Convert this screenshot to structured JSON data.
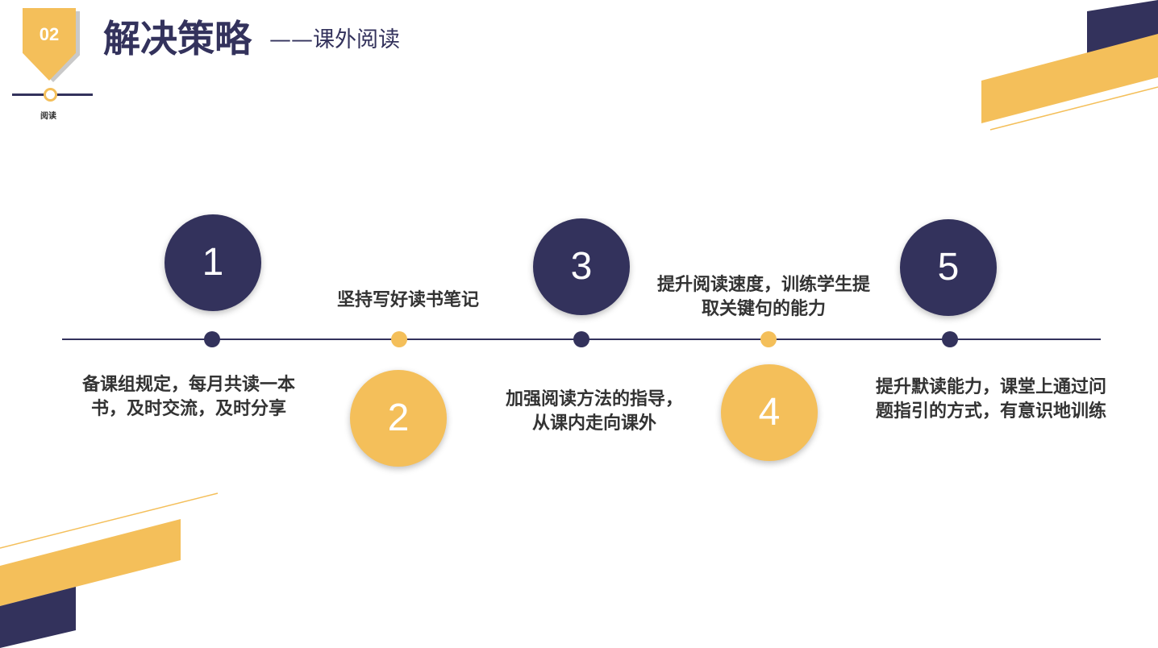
{
  "header": {
    "badge_number": "02",
    "badge_label": "阅读",
    "title": "解决策略",
    "subtitle": "——课外阅读"
  },
  "colors": {
    "navy": "#33325c",
    "gold": "#f4bf5a"
  },
  "steps": [
    {
      "number": "1",
      "text_lines": [
        "备课组规定，每月共读一本",
        "书，及时交流，及时分享"
      ]
    },
    {
      "number": "2",
      "text_lines": [
        "坚持写好读书笔记"
      ]
    },
    {
      "number": "3",
      "text_lines": [
        "加强阅读方法的指导，",
        "从课内走向课外"
      ]
    },
    {
      "number": "4",
      "text_lines": [
        "提升阅读速度，训练学生提",
        "取关键句的能力"
      ]
    },
    {
      "number": "5",
      "text_lines": [
        "提升默读能力，课堂上通过问",
        "题指引的方式，有意识地训练"
      ]
    }
  ]
}
